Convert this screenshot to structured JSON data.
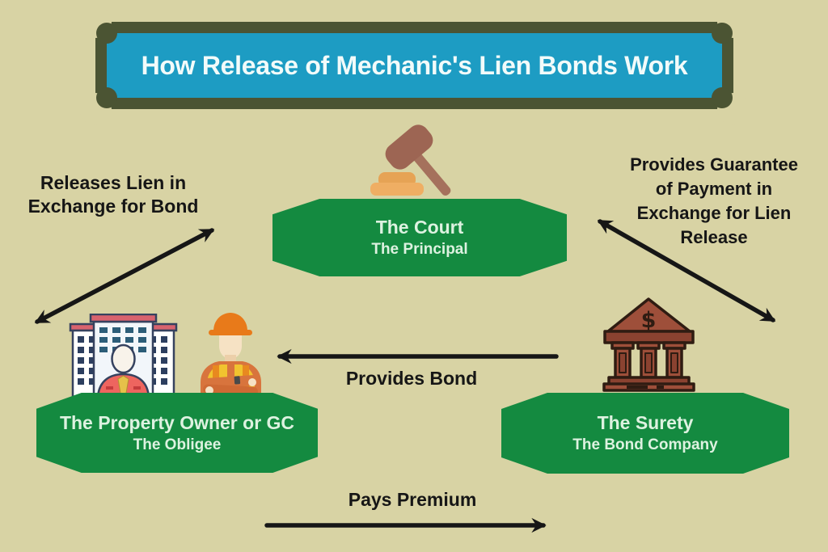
{
  "title": {
    "text": "How Release of Mechanic's Lien Bonds Work"
  },
  "nodes": {
    "court": {
      "title": "The Court",
      "subtitle": "The Principal",
      "icon": "gavel-icon"
    },
    "property_owner": {
      "title": "The Property Owner or GC",
      "subtitle": "The Obligee",
      "icons": [
        "office-building-owner-icon",
        "construction-worker-icon"
      ]
    },
    "surety": {
      "title": "The Surety",
      "subtitle": "The Bond Company",
      "icon": "bank-icon"
    }
  },
  "relationships": {
    "releases_lien": {
      "lines": [
        "Releases Lien in",
        "Exchange for Bond"
      ],
      "between": "property_owner and court",
      "direction": "both"
    },
    "guarantee": {
      "lines": [
        "Provides Guarantee",
        "of Payment in",
        "Exchange for Lien",
        "Release"
      ],
      "between": "court and surety",
      "direction": "both"
    },
    "provides_bond": {
      "lines": [
        "Provides Bond"
      ],
      "between": "surety to property_owner",
      "direction": "left"
    },
    "pays_premium": {
      "lines": [
        "Pays Premium"
      ],
      "between": "property_owner to surety",
      "direction": "right"
    }
  },
  "colors": {
    "background": "#d8d3a4",
    "banner_fill": "#1d9cc3",
    "banner_frame": "#4b5433",
    "ribbon_green": "#148a40",
    "ribbon_text": "#ddf2e0",
    "label_black": "#161616",
    "gavel_brown": "#9d6553",
    "sound_block_tan": "#efae63",
    "bank_brick": "#9e4f3a",
    "vest_yellow": "#f1c32f",
    "hardhat_orange": "#e87a1a"
  }
}
